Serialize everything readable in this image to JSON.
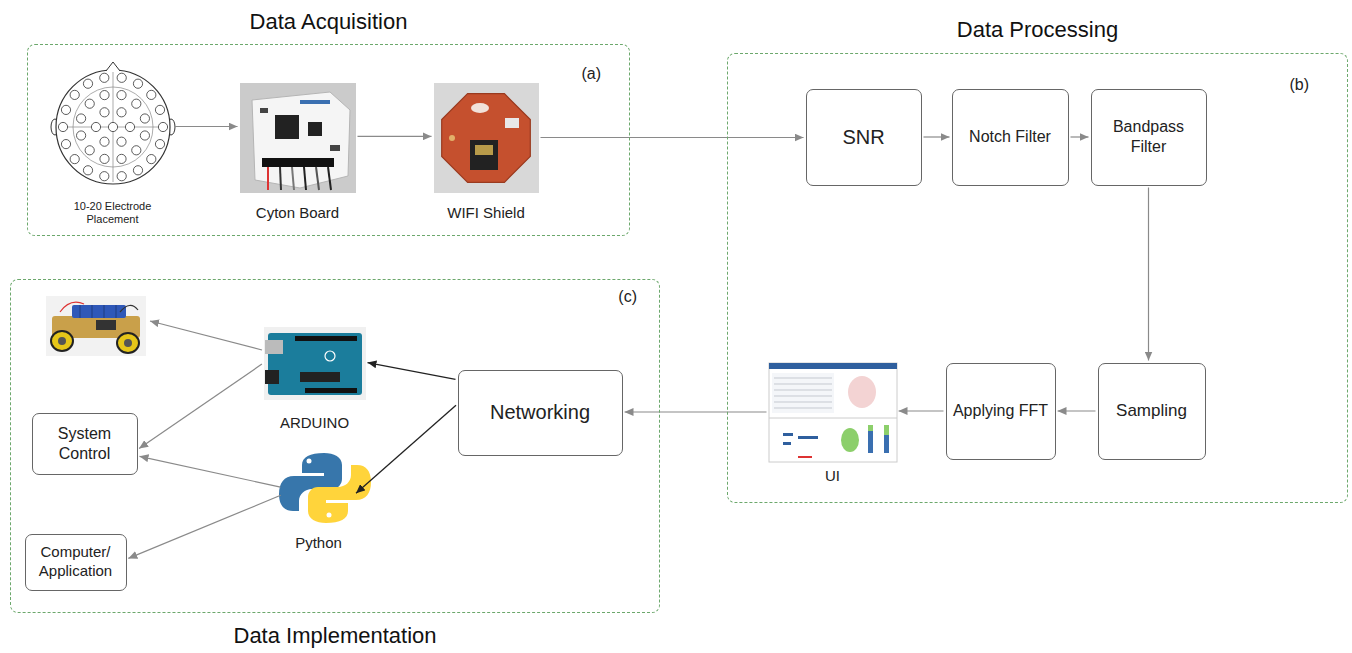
{
  "diagram": {
    "nodes": [
      {
        "text": [
          "Data Acquisition",
          "(a)"
        ]
      },
      {
        "text": [
          "10-20 Electrode Placement"
        ],
        "in": 0
      },
      {
        "text": [
          "Cyton Board"
        ],
        "in": 0
      },
      {
        "text": [
          "WIFI Shield"
        ],
        "in": 0
      },
      {
        "text": [
          "Data Processing",
          "(b)"
        ]
      },
      {
        "text": [
          "SNR"
        ],
        "in": 4
      },
      {
        "text": [
          "Notch Filter"
        ],
        "in": 4
      },
      {
        "text": [
          "Bandpass Filter"
        ],
        "in": 4
      },
      {
        "text": [
          "Sampling"
        ],
        "in": 4
      },
      {
        "text": [
          "Applying FFT"
        ],
        "in": 4
      },
      {
        "text": [
          "UI"
        ],
        "in": 4
      },
      {
        "text": [
          "Data Implementation",
          "(c)"
        ]
      },
      {
        "text": [
          "Networking"
        ],
        "in": 11
      },
      {
        "text": [
          "ARDUINO"
        ],
        "in": 11
      },
      {
        "text": [
          "Python"
        ],
        "in": 11
      },
      {
        "text": [
          "System Control"
        ],
        "in": 11
      },
      {
        "text": [
          "Computer/ Application"
        ],
        "in": 11
      }
    ],
    "edges": [
      {
        "from": 1,
        "to": 2,
        "arrow": "to"
      },
      {
        "from": 2,
        "to": 3,
        "arrow": "to"
      },
      {
        "from": 3,
        "to": 5,
        "arrow": "to"
      },
      {
        "from": 5,
        "to": 6,
        "arrow": "to"
      },
      {
        "from": 6,
        "to": 7,
        "arrow": "to"
      },
      {
        "from": 7,
        "to": 8,
        "arrow": "to"
      },
      {
        "from": 8,
        "to": 9,
        "arrow": "to"
      },
      {
        "from": 9,
        "to": 10,
        "arrow": "to"
      },
      {
        "from": 10,
        "to": 12,
        "arrow": "to"
      },
      {
        "from": 12,
        "to": 13,
        "arrow": "to"
      },
      {
        "from": 12,
        "to": 14,
        "arrow": "to"
      },
      {
        "from": 13,
        "to": 15,
        "arrow": "to"
      },
      {
        "from": 14,
        "to": 15,
        "arrow": "to"
      },
      {
        "from": 14,
        "to": 16,
        "arrow": "to"
      }
    ]
  }
}
